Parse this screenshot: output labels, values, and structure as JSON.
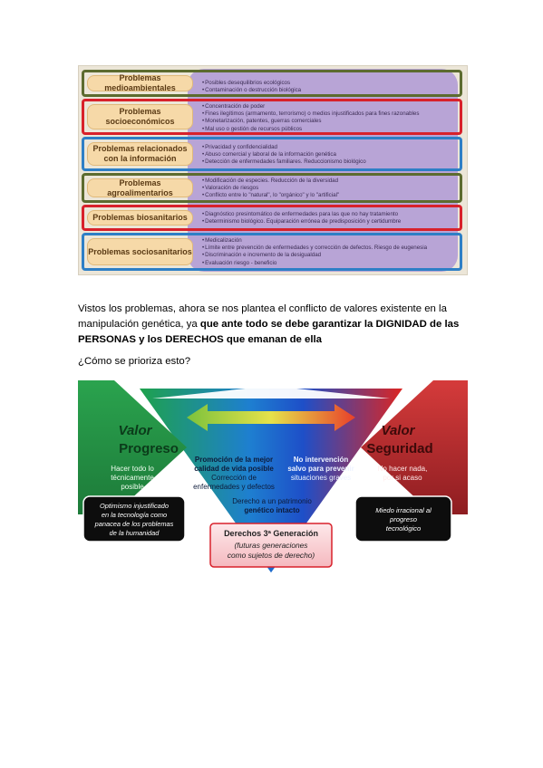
{
  "problems": [
    {
      "label": "Problemas medioambientales",
      "color": "#5c6b2f",
      "items": [
        "Posibles desequilibrios ecológicos",
        "Contaminación o destrucción biológica"
      ]
    },
    {
      "label": "Problemas socioeconómicos",
      "color": "#d8212b",
      "items": [
        "Concentración de poder",
        "Fines ilegítimos (armamento, terrorismo) o medios injustificados para fines razonables",
        "Monetarización, patentes, guerras comerciales",
        "Mal uso o gestión de recursos públicos"
      ]
    },
    {
      "label": "Problemas relacionados con la información",
      "color": "#2e7fc6",
      "items": [
        "Privacidad y confidencialidad",
        "Abuso comercial y laboral de la información genética",
        "Detección de enfermedades familiares. Reduccionismo biológico"
      ]
    },
    {
      "label": "Problemas agroalimentarios",
      "color": "#5c6b2f",
      "items": [
        "Modificación de especies. Reducción de la diversidad",
        "Valoración de riesgos",
        "Conflicto entre lo \"natural\", lo \"orgánico\" y lo \"artificial\""
      ]
    },
    {
      "label": "Problemas biosanitarios",
      "color": "#d8212b",
      "items": [
        "Diagnóstico presintomático de enfermedades para las que no hay tratamiento",
        "Determinismo biológico. Equiparación errónea de predisposición y certidumbre"
      ]
    },
    {
      "label": "Problemas sociosanitarios",
      "color": "#2e7fc6",
      "items": [
        "Medicalización",
        "Límite entre prevención de enfermedades y corrección de defectos. Riesgo de eugenesia",
        "Discriminación e incremento de la desigualdad",
        "Evaluación riesgo - beneficio"
      ]
    }
  ],
  "paragraph": {
    "line1": "Vistos los problemas, ahora se nos plantea el conflicto de valores existente en la",
    "line2_normal": "manipulación genética, ya ",
    "line2_bold": "que ante todo se debe garantizar la DIGNIDAD de las",
    "line3_bold": "PERSONAS y los DERECHOS que emanan de ella"
  },
  "question": "¿Cómo se prioriza esto?",
  "diagram": {
    "left_title_1": "Valor",
    "left_title_2": "Progreso",
    "left_desc": [
      "Hacer todo lo",
      "técnicamente",
      "posible"
    ],
    "right_title_1": "Valor",
    "right_title_2": "Seguridad",
    "right_desc": [
      "No hacer nada,",
      "por si acaso"
    ],
    "center_left": [
      "Promoción de la mejor",
      "calidad de vida posible",
      "Corrección de",
      "enfermedades y defectos"
    ],
    "center_right": [
      "No intervención",
      "salvo para prevenir",
      "situaciones graves"
    ],
    "center_bottom": [
      "Derecho a un patrimonio",
      "genético intacto"
    ],
    "left_box": [
      "Optimismo injustificado",
      "en la tecnología como",
      "panacea de los problemas",
      "de la humanidad"
    ],
    "right_box": [
      "Miedo irracional al",
      "progreso",
      "tecnológico"
    ],
    "bottom_box_title": "Derechos 3ª Generación",
    "bottom_box_desc": [
      "(futuras generaciones",
      "como sujetos de derecho)"
    ]
  }
}
